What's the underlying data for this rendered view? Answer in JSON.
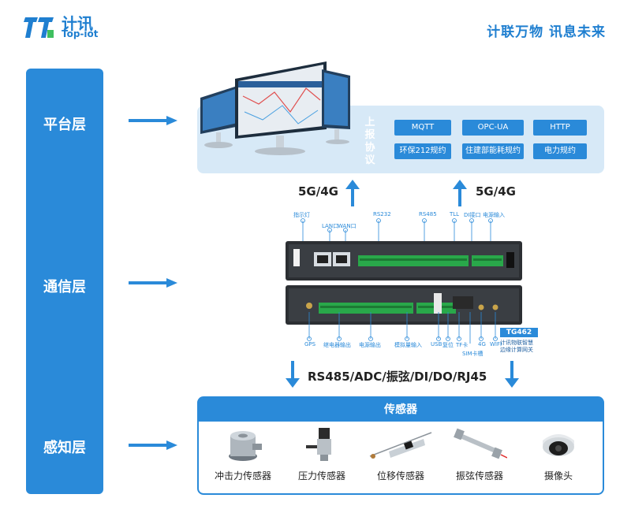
{
  "header": {
    "logo_cn": "计讯",
    "logo_en": "Top-iot",
    "slogan": "计联万物 讯息未来"
  },
  "layers": {
    "platform": "平台层",
    "communication": "通信层",
    "perception": "感知层"
  },
  "platform": {
    "protocol_title": "上报协议",
    "protocols": [
      "MQTT",
      "OPC-UA",
      "HTTP",
      "环保212规约",
      "住建部能耗规约",
      "电力规约"
    ]
  },
  "uplink": {
    "left_label": "5G/4G",
    "right_label": "5G/4G"
  },
  "device": {
    "model": "TG462",
    "subtitle1": "计讯物联智慧",
    "subtitle2": "边缘计算网关",
    "top_callouts": [
      "指示灯",
      "LAN口",
      "WAN口",
      "RS232",
      "RS485",
      "TLL",
      "DI接口",
      "电源输入"
    ],
    "bottom_callouts": [
      "GPS",
      "继电器输出",
      "电源输出",
      "模拟量输入",
      "USB",
      "复位",
      "TF卡",
      "SIM卡槽",
      "4G",
      "WIFI"
    ]
  },
  "bus": {
    "label": "RS485/ADC/振弦/DI/DO/RJ45"
  },
  "sensors": {
    "title": "传感器",
    "items": [
      {
        "name": "冲击力传感器",
        "icon": "impact-sensor-icon"
      },
      {
        "name": "压力传感器",
        "icon": "pressure-sensor-icon"
      },
      {
        "name": "位移传感器",
        "icon": "displacement-sensor-icon"
      },
      {
        "name": "振弦传感器",
        "icon": "vibrating-wire-sensor-icon"
      },
      {
        "name": "摄像头",
        "icon": "camera-icon"
      }
    ]
  },
  "colors": {
    "primary": "#2a8ad9",
    "panel": "#d7e9f7"
  }
}
